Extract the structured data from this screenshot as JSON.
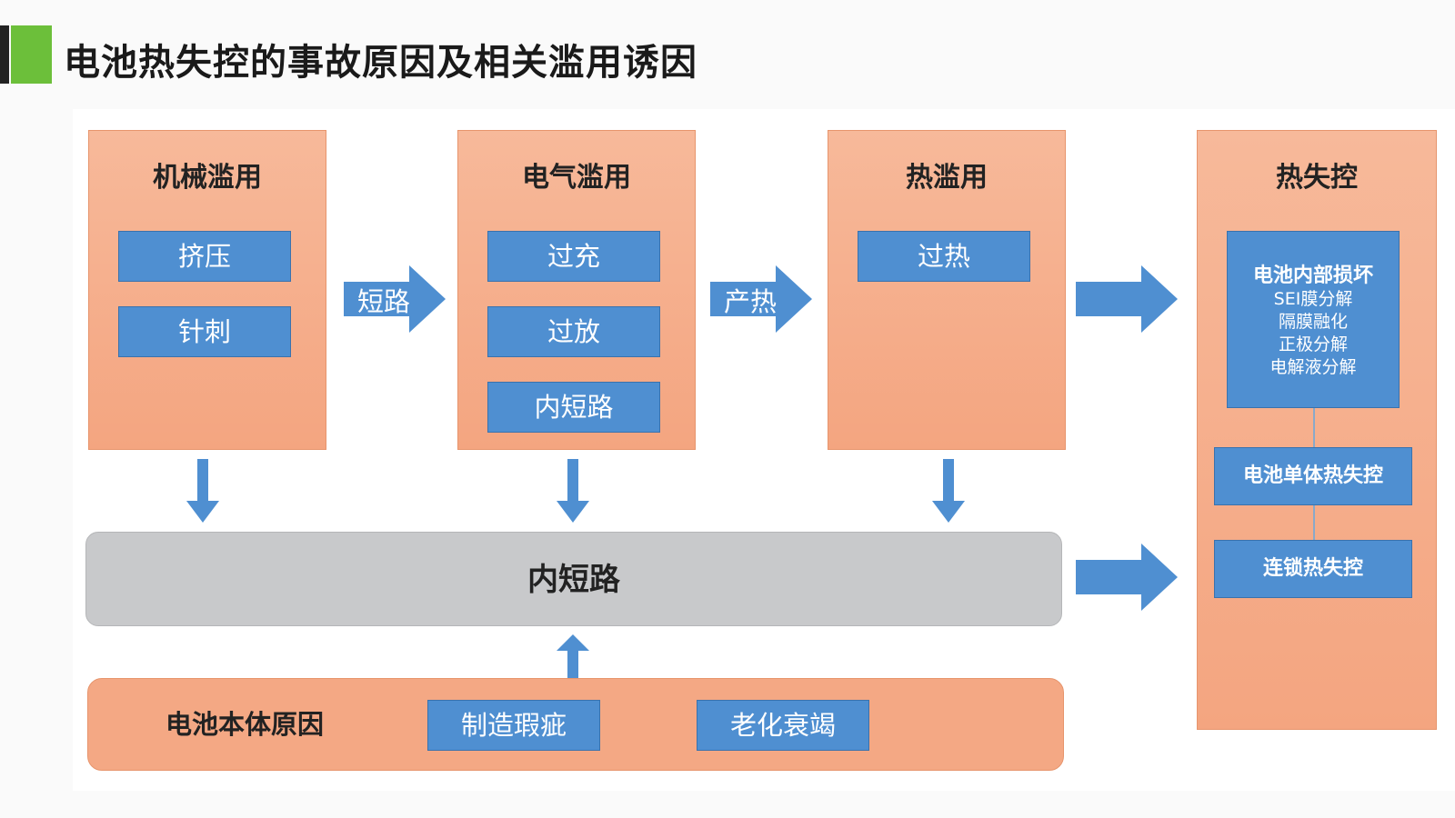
{
  "title": "电池热失控的事故原因及相关滥用诱因",
  "colors": {
    "accent_green": "#6cbf3a",
    "box_blue": "#4f8fd1",
    "panel_orange": "#f4a580",
    "bar_gray": "#c8c9cb"
  },
  "columns": [
    {
      "title": "机械滥用",
      "items": [
        "挤压",
        "针刺"
      ]
    },
    {
      "title": "电气滥用",
      "items": [
        "过充",
        "过放",
        "内短路"
      ]
    },
    {
      "title": "热滥用",
      "items": [
        "过热"
      ]
    }
  ],
  "arrows": {
    "short_circuit": "短路",
    "heat_generation": "产热"
  },
  "thermal_runaway": {
    "title": "热失控",
    "damage": {
      "title": "电池内部损坏",
      "items": [
        "SEI膜分解",
        "隔膜融化",
        "正极分解",
        "电解液分解"
      ]
    },
    "cell_runaway": "电池单体热失控",
    "chain_runaway": "连锁热失控"
  },
  "internal_short": "内短路",
  "battery_causes": {
    "title": "电池本体原因",
    "items": [
      "制造瑕疵",
      "老化衰竭"
    ]
  }
}
